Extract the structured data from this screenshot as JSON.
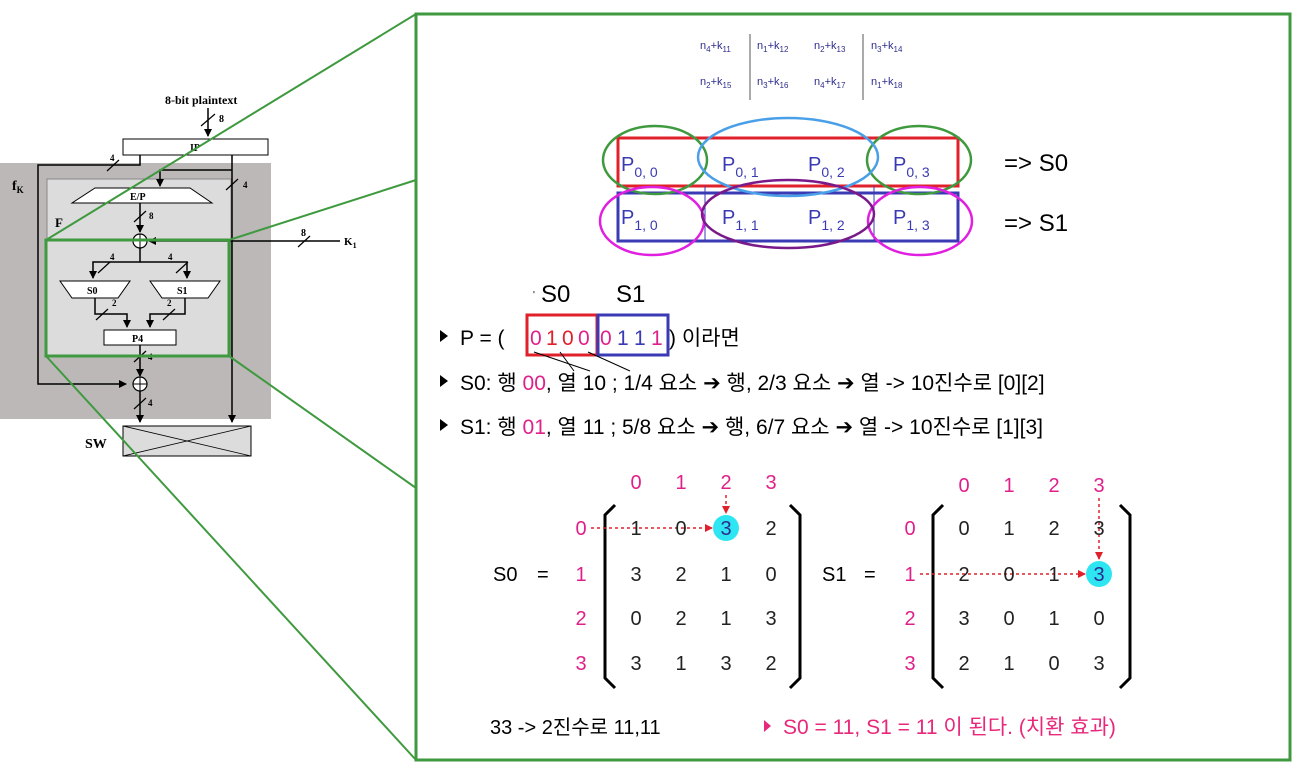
{
  "sdes": {
    "plaintext_label": "8-bit plaintext",
    "ip_label": "IP",
    "ep_label": "E/P",
    "s0_label": "S0",
    "s1_label": "S1",
    "p4_label": "P4",
    "sw_label": "SW",
    "fk_label_main": "f",
    "fk_label_sub": "K",
    "f_label": "F",
    "k1_label_main": "K",
    "k1_label_sub": "1",
    "width_8": "8",
    "width_4": "4",
    "width_2": "2"
  },
  "nk_table": {
    "row1": [
      {
        "n": "4",
        "k": "11"
      },
      {
        "n": "1",
        "k": "12"
      },
      {
        "n": "2",
        "k": "13"
      },
      {
        "n": "3",
        "k": "14"
      }
    ],
    "row2": [
      {
        "n": "2",
        "k": "15"
      },
      {
        "n": "3",
        "k": "16"
      },
      {
        "n": "4",
        "k": "17"
      },
      {
        "n": "1",
        "k": "18"
      }
    ]
  },
  "p_matrix": {
    "row0": [
      {
        "main": "P",
        "sub": "0, 0"
      },
      {
        "main": "P",
        "sub": "0, 1"
      },
      {
        "main": "P",
        "sub": "0, 2"
      },
      {
        "main": "P",
        "sub": "0, 3"
      }
    ],
    "row1": [
      {
        "main": "P",
        "sub": "1, 0"
      },
      {
        "main": "P",
        "sub": "1, 1"
      },
      {
        "main": "P",
        "sub": "1, 2"
      },
      {
        "main": "P",
        "sub": "1, 3"
      }
    ],
    "arrow0": "=> S0",
    "arrow1": "=> S1"
  },
  "bits": {
    "s0_header": "S0",
    "s1_header": "S1",
    "line_prefix": "P = (",
    "s0_bits": [
      "0",
      "1",
      "0",
      "0"
    ],
    "s1_bits": [
      "0",
      "1",
      "1",
      "1"
    ],
    "line_suffix": ") 이라면"
  },
  "bullets": [
    {
      "label": "S0: 행 ",
      "row_bits": "00",
      "mid": ", 열 10 ; 1/4 요소 ",
      "mid2": " 행, 2/3 요소 ",
      "tail": " 열 -> 10진수로 [0][2]"
    },
    {
      "label": "S1: 행 ",
      "row_bits": "01",
      "mid": ", 열 11 ; 5/8 요소 ",
      "mid2": " 행, 6/7 요소 ",
      "tail": " 열 -> 10진수로 [1][3]"
    }
  ],
  "sbox0": {
    "name": "S0",
    "equals": "=",
    "col_headers": [
      "0",
      "1",
      "2",
      "3"
    ],
    "row_headers": [
      "0",
      "1",
      "2",
      "3"
    ],
    "values": [
      [
        "1",
        "0",
        "3",
        "2"
      ],
      [
        "3",
        "2",
        "1",
        "0"
      ],
      [
        "0",
        "2",
        "1",
        "3"
      ],
      [
        "3",
        "1",
        "3",
        "2"
      ]
    ],
    "highlight": {
      "row": 0,
      "col": 2
    }
  },
  "sbox1": {
    "name": "S1",
    "equals": "=",
    "col_headers": [
      "0",
      "1",
      "2",
      "3"
    ],
    "row_headers": [
      "0",
      "1",
      "2",
      "3"
    ],
    "values": [
      [
        "0",
        "1",
        "2",
        "3"
      ],
      [
        "2",
        "0",
        "1",
        "3"
      ],
      [
        "3",
        "0",
        "1",
        "0"
      ],
      [
        "2",
        "1",
        "0",
        "3"
      ]
    ],
    "highlight": {
      "row": 1,
      "col": 3
    }
  },
  "footer": {
    "binary": "33 -> 2진수로 11,11",
    "result": "S0 = 11, S1 = 11 이 된다. (치환 효과)"
  },
  "colors": {
    "green": "#3f9a3f",
    "red": "#e0202a",
    "magenta": "#e0208a",
    "blue": "#3a3ab4",
    "navy": "#2d2d8c",
    "sky": "#4aa0e8",
    "purple": "#7a1a8a",
    "cyan": "#2ee6f2",
    "gray": "#bcb8b8",
    "pink_text": "#e8287a"
  }
}
